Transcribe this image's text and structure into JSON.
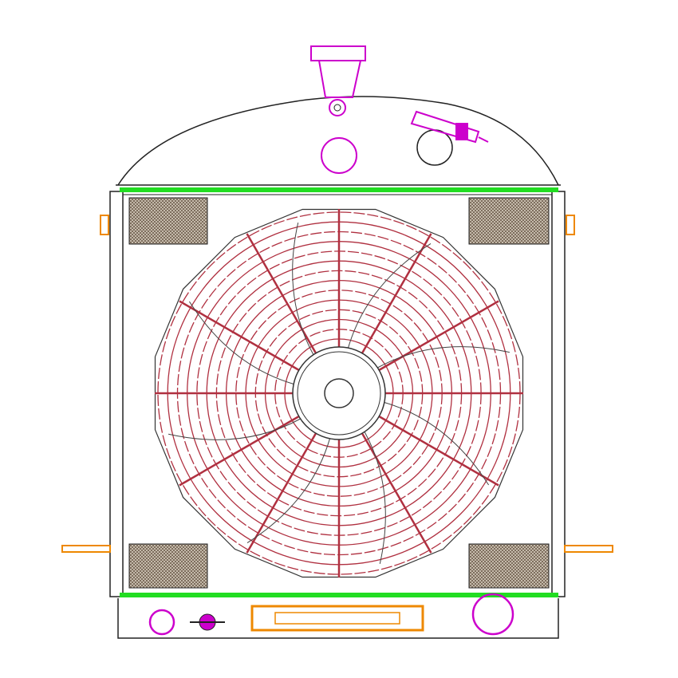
{
  "drawing": {
    "colors": {
      "outline": "#222222",
      "green": "#22dd22",
      "magenta": "#cc00cc",
      "fan": "#b03040",
      "orange": "#ee8800",
      "hatch": "#8a7a6a"
    },
    "fan": {
      "blades": 8,
      "rings": 14,
      "spokes": 12
    }
  }
}
